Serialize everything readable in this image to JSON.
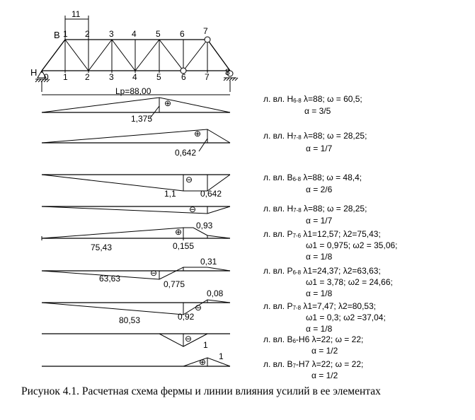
{
  "truss": {
    "label_B": "B",
    "label_H": "H",
    "panel": "11",
    "span": "Lp=88,00",
    "top_nodes": [
      "1",
      "2",
      "3",
      "4",
      "5",
      "6",
      "7"
    ],
    "bottom_nodes": [
      "0",
      "1",
      "2",
      "3",
      "4",
      "5",
      "6",
      "7",
      "8"
    ]
  },
  "influence_lines": [
    {
      "vals": [
        "1,375"
      ],
      "sign": "⊕",
      "desc": {
        "pre": "л. вл. H",
        "sub": "6-8",
        "post": " λ=88;  ω = 60,5;"
      },
      "alpha": "α = 3/5"
    },
    {
      "vals": [
        "0,642"
      ],
      "sign": "⊕",
      "desc": {
        "pre": "л. вл. H",
        "sub": "7-8",
        "post": " λ=88;  ω = 28,25;"
      },
      "alpha": "α = 1/7"
    },
    {
      "vals": [
        "1,1",
        "0,642"
      ],
      "sign": "⊖",
      "desc": {
        "pre": "л. вл. B",
        "sub": "6-8",
        "post": " λ=88;  ω = 48,4;"
      },
      "alpha": "α = 2/6"
    },
    {
      "vals": [],
      "sign": "⊖",
      "desc": {
        "pre": "л. вл. H",
        "sub": "7-8",
        "post": " λ=88;  ω = 28,25;"
      },
      "alpha": "α = 1/7"
    },
    {
      "vals": [
        "0,93",
        "75,43",
        "0,155"
      ],
      "sign": "⊕",
      "desc": {
        "pre": "л. вл. P",
        "sub": "7-6",
        "post": " λ1=12,57; λ2=75,43;"
      },
      "desc2": "ω1 = 0,975; ω2 = 35,06;",
      "alpha": "α = 1/8"
    },
    {
      "vals": [
        "0,31",
        "63,63",
        "0,775"
      ],
      "sign": "⊖",
      "desc": {
        "pre": "л. вл. P",
        "sub": "6-8",
        "post": " λ1=24,37; λ2=63,63;"
      },
      "desc2": "ω1 = 3,78; ω2 = 24,66;",
      "alpha": "α = 1/8"
    },
    {
      "vals": [
        "0,08",
        "80,53",
        "0,92"
      ],
      "sign": "⊖",
      "desc": {
        "pre": "л. вл. P",
        "sub": "7-8",
        "post": " λ1=7,47; λ2=80,53;"
      },
      "desc2": "ω1 = 0,3; ω2 =37,04;",
      "alpha": "α = 1/8"
    },
    {
      "vals": [
        "1"
      ],
      "sign": "⊖",
      "desc": {
        "pre": "л. вл. B",
        "sub": "6",
        "post": "-H6 λ=22; ω = 22;"
      },
      "alpha": "α = 1/2"
    },
    {
      "vals": [
        "1"
      ],
      "sign": "⊕",
      "desc": {
        "pre": "л. вл. B",
        "sub": "7",
        "post": "-H7 λ=22; ω = 22;"
      },
      "alpha": "α = 1/2"
    }
  ],
  "caption": "Рисунок 4.1. Расчетная схема фермы и линии влияния усилий в ее элементах"
}
